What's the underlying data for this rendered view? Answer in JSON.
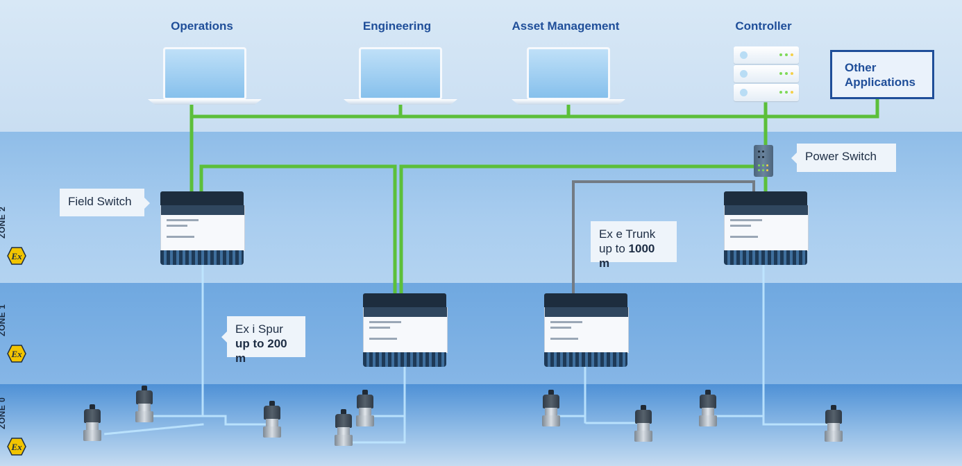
{
  "apps": {
    "operations": "Operations",
    "engineering": "Engineering",
    "asset_management": "Asset Management",
    "controller": "Controller",
    "other_line1": "Other",
    "other_line2": "Applications"
  },
  "callouts": {
    "field_switch": "Field Switch",
    "power_switch": "Power Switch",
    "trunk_line1": "Ex e Trunk",
    "trunk_line2_prefix": "up to ",
    "trunk_line2_bold": "1000 m",
    "spur_line1": "Ex i Spur",
    "spur_line2": "up to 200 m"
  },
  "zones": [
    {
      "label": "ZONE 2",
      "mark": "Ex"
    },
    {
      "label": "ZONE 1",
      "mark": "Ex"
    },
    {
      "label": "ZONE 0",
      "mark": "Ex"
    }
  ],
  "colors": {
    "ethernet": "#5cbf3a",
    "trunk": "#737b84",
    "spur": "#bfe6ff",
    "accent": "#1f4e99",
    "zone_badge": "#f2c400"
  },
  "icons": [
    "laptop-icon",
    "server-icon",
    "field-switch-device",
    "power-switch-device",
    "sensor-device",
    "ex-hazard-icon"
  ]
}
